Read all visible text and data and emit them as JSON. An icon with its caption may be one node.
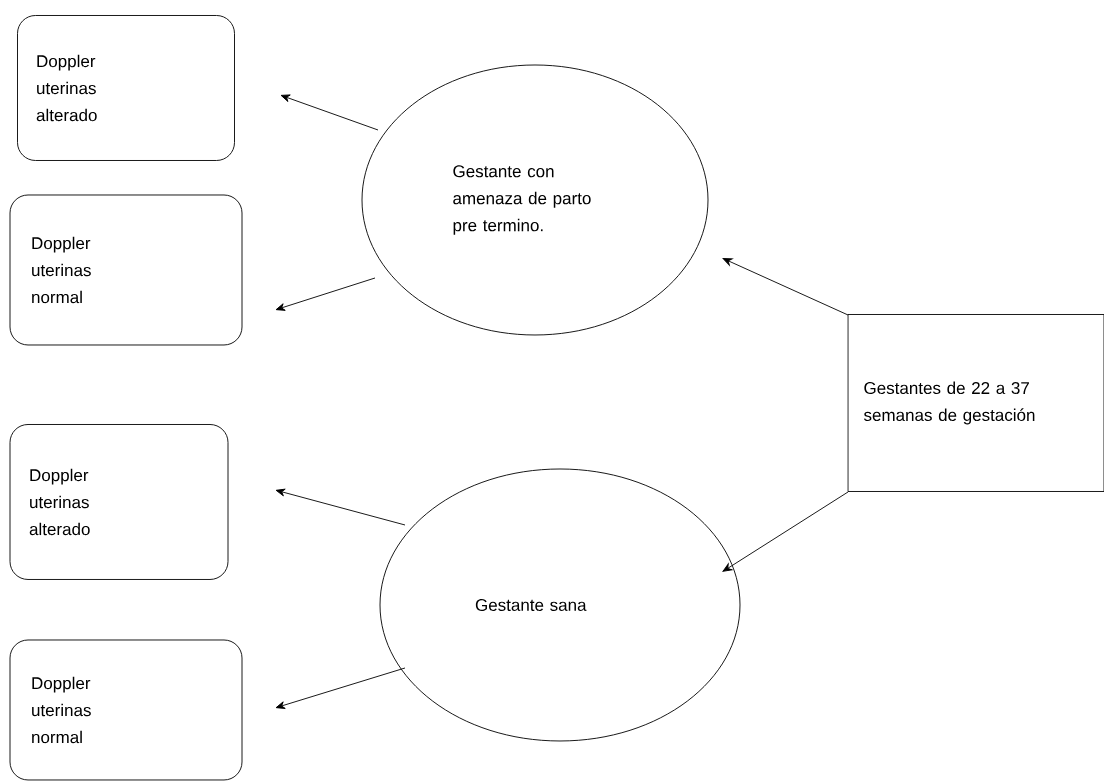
{
  "diagram": {
    "nodes": [
      {
        "text": [
          "Gestante con amenaza de parto pre termino."
        ]
      },
      {
        "text": [
          "Gestantes de 22 a 37 semanas de gestación"
        ]
      },
      {
        "text": [
          "Gestante sana"
        ]
      },
      {
        "text": [
          "Doppler uterinas alterado"
        ]
      },
      {
        "text": [
          "Doppler uterinas normal"
        ]
      },
      {
        "text": [
          "Doppler uterinas alterado"
        ]
      },
      {
        "text": [
          "Doppler uterinas normal"
        ]
      }
    ],
    "edges": [
      {
        "from": 1,
        "to": 0,
        "arrow": "to"
      },
      {
        "from": 1,
        "to": 2,
        "arrow": "to"
      },
      {
        "from": 0,
        "to": 3,
        "arrow": "to"
      },
      {
        "from": 0,
        "to": 4,
        "arrow": "to"
      },
      {
        "from": 2,
        "to": 5,
        "arrow": "to"
      },
      {
        "from": 2,
        "to": 6,
        "arrow": "to"
      }
    ]
  }
}
